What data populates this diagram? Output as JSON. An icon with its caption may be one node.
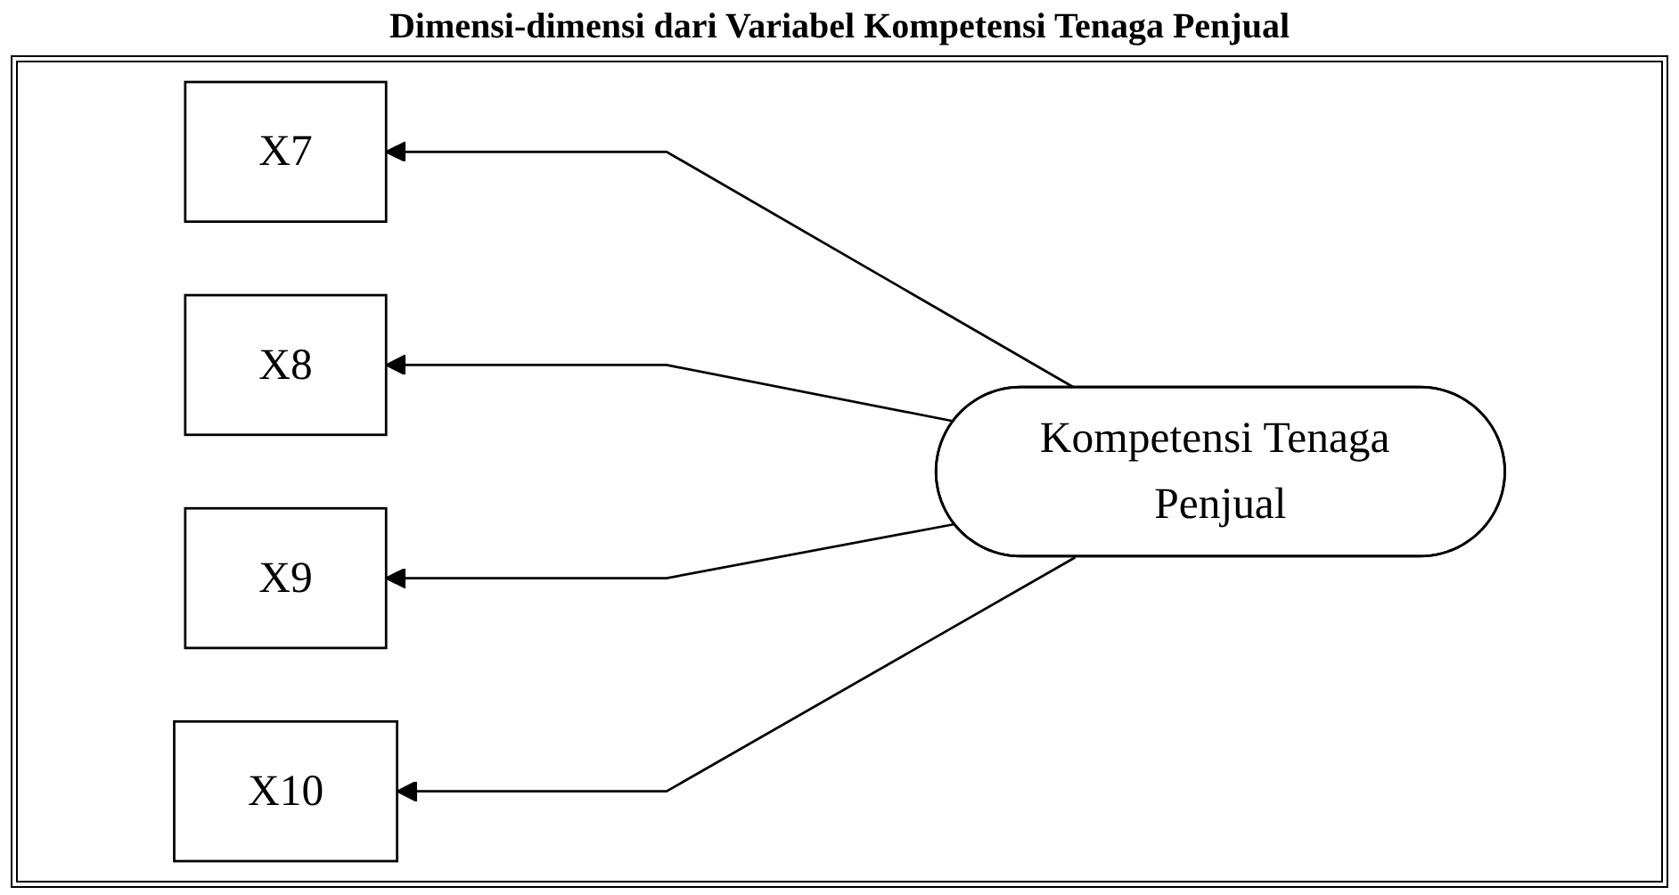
{
  "diagram": {
    "title": "Dimensi-dimensi dari Variabel Kompetensi Tenaga Penjual",
    "nodes": [
      {
        "text": [
          "X7"
        ]
      },
      {
        "text": [
          "X8"
        ]
      },
      {
        "text": [
          "X9"
        ]
      },
      {
        "text": [
          "X10"
        ]
      },
      {
        "text": [
          "Kompetensi Tenaga Penjual"
        ]
      }
    ],
    "edges": [
      {
        "from": 4,
        "to": 0,
        "arrow": "to"
      },
      {
        "from": 4,
        "to": 1,
        "arrow": "to"
      },
      {
        "from": 4,
        "to": 2,
        "arrow": "to"
      },
      {
        "from": 4,
        "to": 3,
        "arrow": "to"
      }
    ]
  }
}
